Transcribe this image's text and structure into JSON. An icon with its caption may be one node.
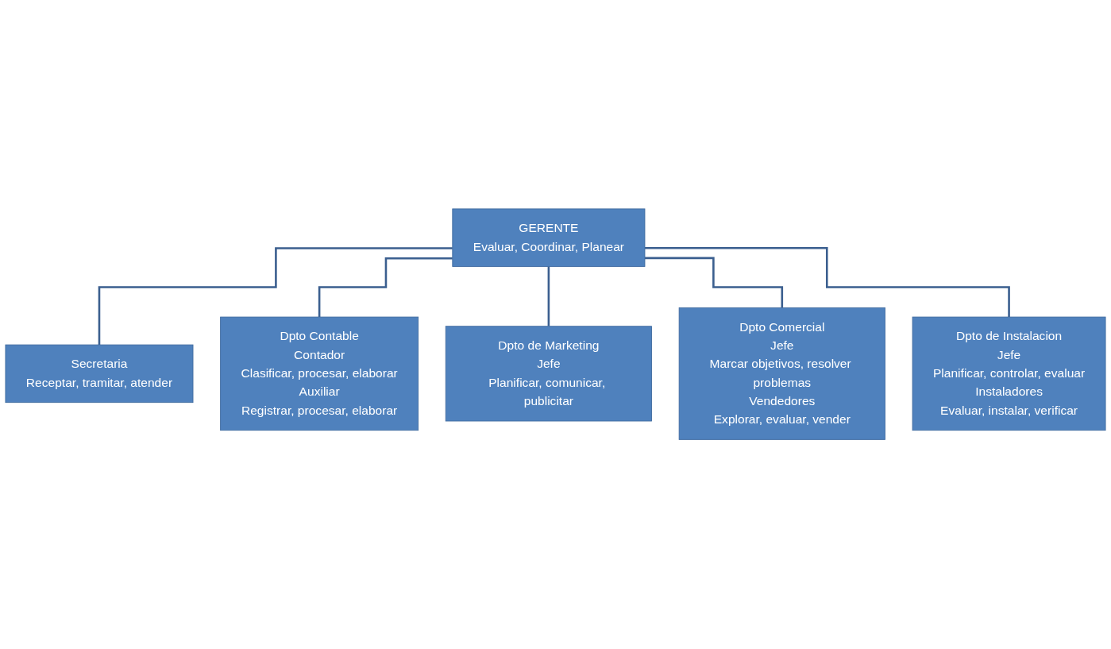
{
  "diagram": {
    "nodes": [
      {
        "text": [
          "GERENTE",
          "Evaluar, Coordinar, Planear"
        ]
      },
      {
        "text": [
          "Secretaria",
          "Receptar, tramitar, atender"
        ]
      },
      {
        "text": [
          "Dpto Contable",
          "Contador",
          "Clasificar, procesar, elaborar",
          "Auxiliar",
          "Registrar, procesar, elaborar"
        ]
      },
      {
        "text": [
          "Dpto de Marketing",
          "Jefe",
          "Planificar, comunicar, publicitar"
        ]
      },
      {
        "text": [
          "Dpto Comercial",
          "Jefe",
          "Marcar objetivos, resolver problemas",
          "Vendedores",
          "Explorar, evaluar, vender"
        ]
      },
      {
        "text": [
          "Dpto de Instalacion",
          "Jefe",
          "Planificar, controlar, evaluar",
          "Instaladores",
          "Evaluar, instalar, verificar"
        ]
      }
    ],
    "edges": [
      {
        "from": 0,
        "to": 1,
        "arrow": "none"
      },
      {
        "from": 0,
        "to": 2,
        "arrow": "none"
      },
      {
        "from": 0,
        "to": 3,
        "arrow": "none"
      },
      {
        "from": 0,
        "to": 4,
        "arrow": "none"
      },
      {
        "from": 0,
        "to": 5,
        "arrow": "none"
      }
    ]
  }
}
